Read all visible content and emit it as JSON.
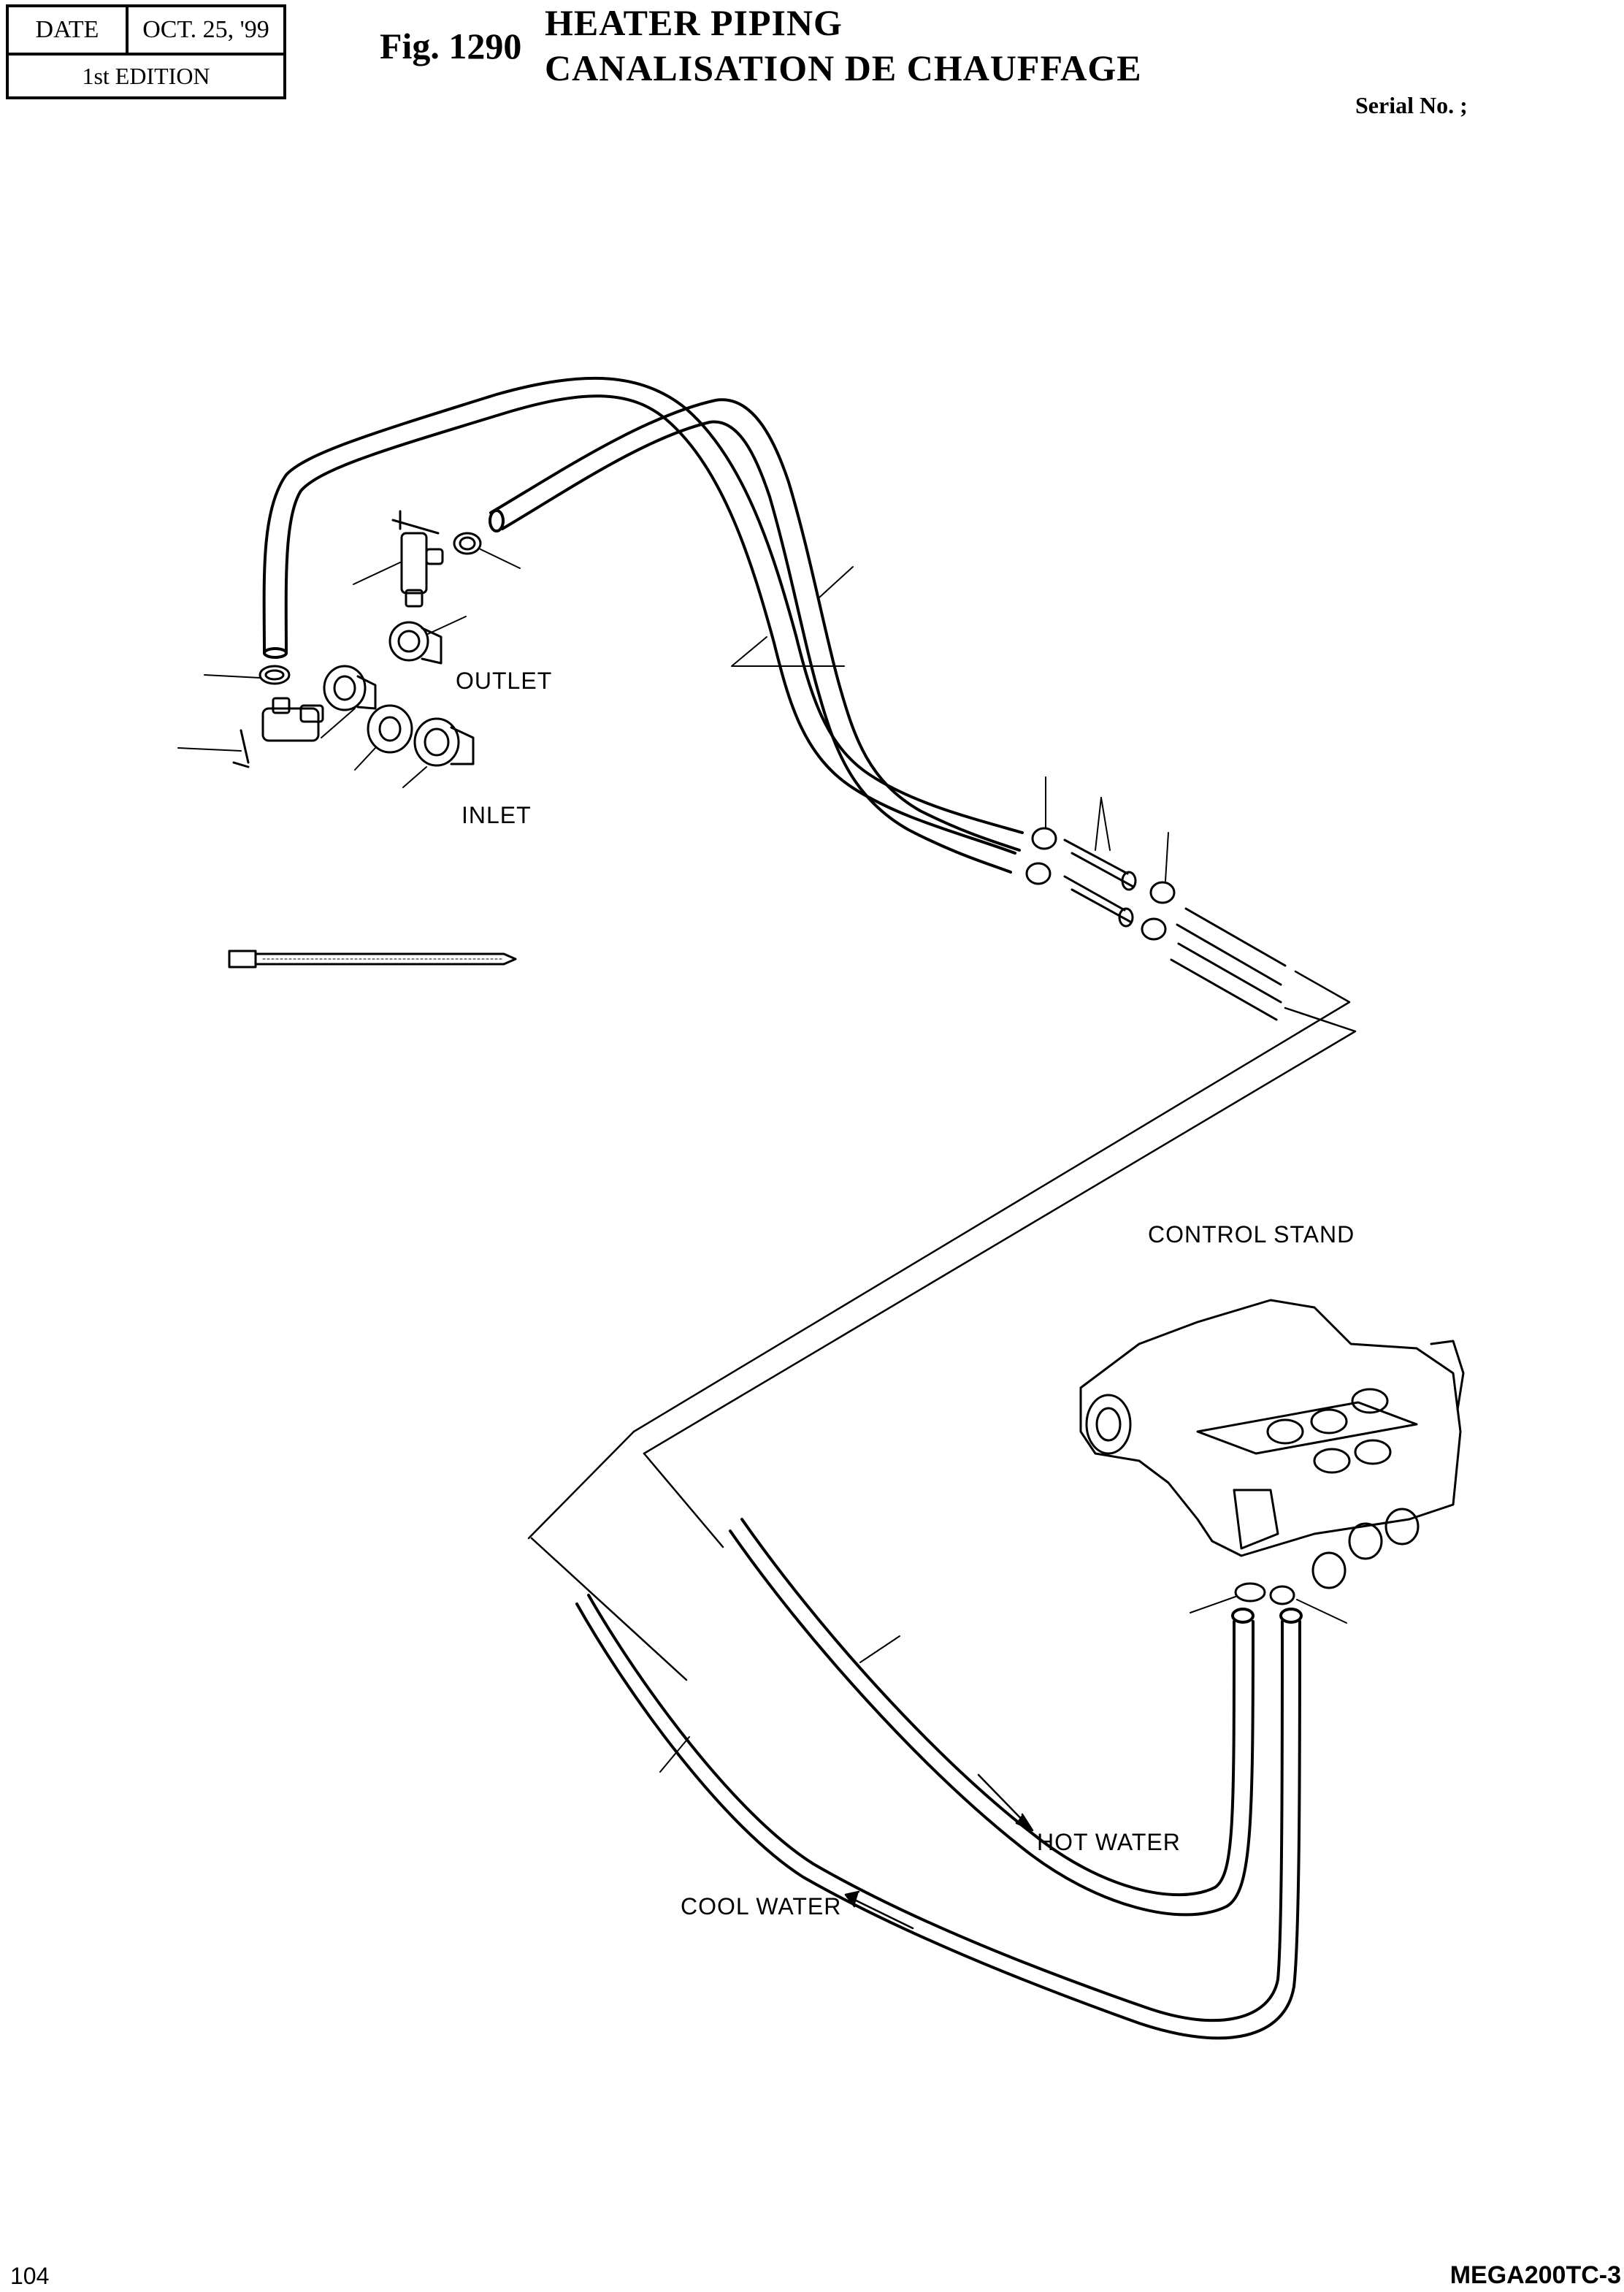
{
  "header": {
    "date_label": "DATE",
    "date_value": "OCT.  25, '99",
    "edition": "1st EDITION",
    "fig_number": "Fig. 1290",
    "title_en": "HEATER PIPING",
    "title_fr": "CANALISATION DE CHAUFFAGE",
    "serial": "Serial No. ;"
  },
  "callouts": {
    "outlet": "OUTLET",
    "inlet": "INLET",
    "control_stand": "CONTROL STAND",
    "hot_water": "HOT WATER",
    "cool_water": "COOL WATER"
  },
  "footer": {
    "page_number": "104",
    "model": "MEGA200TC-3"
  }
}
